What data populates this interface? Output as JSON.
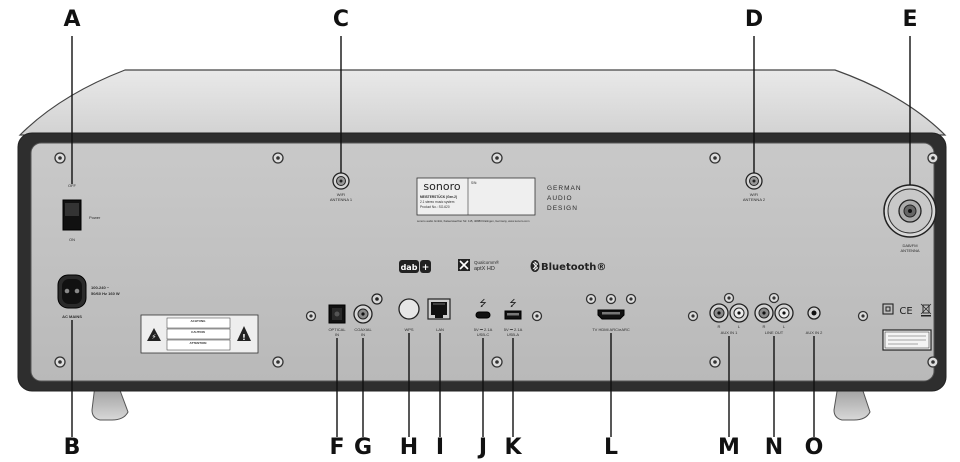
{
  "callouts": {
    "A": "A",
    "B": "B",
    "C": "C",
    "D": "D",
    "E": "E",
    "F": "F",
    "G": "G",
    "H": "H",
    "I": "I",
    "J": "J",
    "K": "K",
    "L": "L",
    "M": "M",
    "N": "N",
    "O": "O"
  },
  "panel": {
    "switch_off": "OFF",
    "switch_power": "Power",
    "switch_on": "ON",
    "mains_spec_1": "100-240 ~",
    "mains_spec_2": "50/60 Hz 160 W",
    "ac_mains": "AC MAINS",
    "wifi_1_line1": "WIFI",
    "wifi_1_line2": "ANTENNA 1",
    "wifi_2_line1": "WIFI",
    "wifi_2_line2": "ANTENNA 2",
    "dab_fm_line1": "DAB/FM",
    "dab_fm_line2": "ANTENNA",
    "brand": "sonoro",
    "model": "MEISTERSTÜCK (Gen.2)",
    "model_sub": "2.1 stereo music system",
    "product_no": "Product No.: SO-620",
    "sn": "S/N:",
    "address": "sonoro audio GmbH, Kaiserswerther Str. 115, 40880 Ratingen, Germany, www.sonoro.com",
    "german": "GERMAN",
    "audio": "AUDIO",
    "design": "DESIGN",
    "dab_logo": "dab",
    "dab_plus": "+",
    "qualcomm": "Qualcomm®",
    "aptx": "aptX HD",
    "bluetooth": "Bluetooth®",
    "warning_achtung": "ACHTUNG",
    "warning_caution": "CAUTION",
    "warning_attention": "ATTENTION",
    "optical_line1": "OPTICAL",
    "optical_line2": "IN",
    "coaxial_line1": "COAXIAL",
    "coaxial_line2": "IN",
    "wps": "WPS",
    "lan": "LAN",
    "usbc_line1": "5V ⎓ 2.1A",
    "usbc_line2": "USB-C",
    "usba_line1": "5V ⎓ 2.1A",
    "usba_line2": "USB-A",
    "hdmi": "TV HDMI ARC/eARC",
    "aux_r": "R",
    "aux_l": "L",
    "aux_in_1": "AUX IN 1",
    "lineout_r": "R",
    "lineout_l": "L",
    "line_out": "LINE OUT",
    "aux_in_2": "AUX IN 2",
    "ce_mark": "CE"
  }
}
